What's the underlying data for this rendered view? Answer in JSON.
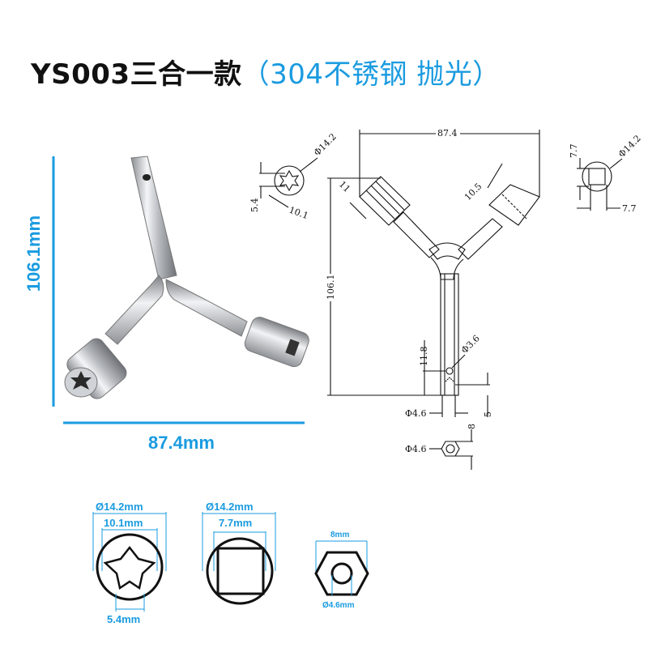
{
  "title": {
    "model": "YS003三合一款",
    "material": "（304不锈钢 抛光）",
    "colors": {
      "model": "#111111",
      "material": "#1a9be0"
    }
  },
  "photo_dimensions": {
    "height_label": "106.1mm",
    "width_label": "87.4mm",
    "line_color": "#1a9be0"
  },
  "drawing": {
    "overall_width": "87.4",
    "overall_height": "106.1",
    "left_socket_length": "11",
    "right_socket_length": "10.5",
    "hole_offset": "11.8",
    "hole_diameter": "Φ3.6",
    "shaft_diameter": "Φ4.6",
    "tip_length": "5",
    "hex_across_flats": "8",
    "hex_bore": "Φ4.6",
    "torx_detail": {
      "outer": "Φ14.2",
      "star_width": "10.1",
      "inner": "5.4"
    },
    "square_detail": {
      "outer": "Φ14.2",
      "side_v": "7.7",
      "side_h": "7.7"
    }
  },
  "profiles": [
    {
      "name": "torx",
      "outer_label": "Ø14.2mm",
      "inner_label": "10.1mm",
      "bottom_label": "5.4mm"
    },
    {
      "name": "square",
      "outer_label": "Ø14.2mm",
      "inner_label": "7.7mm"
    },
    {
      "name": "hex",
      "top_label": "8mm",
      "bottom_label": "Ø4.6mm"
    }
  ]
}
